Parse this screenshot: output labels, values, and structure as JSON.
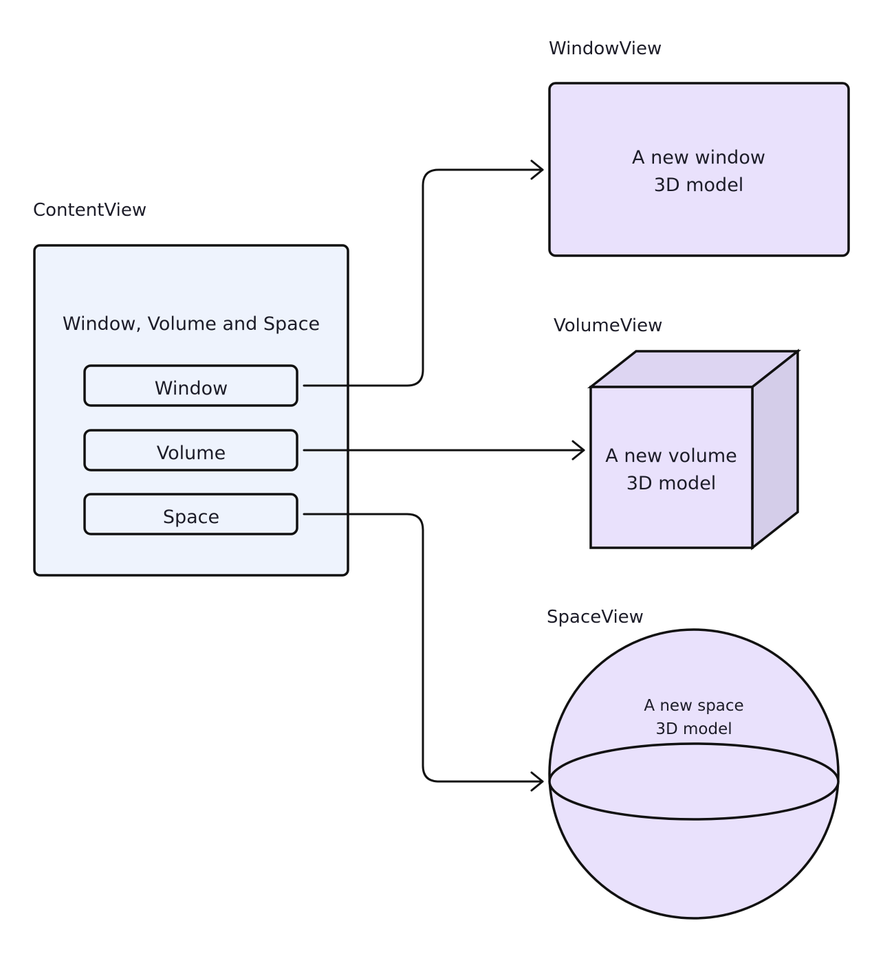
{
  "content_view": {
    "title": "ContentView",
    "heading": "Window, Volume and Space",
    "buttons": {
      "window": "Window",
      "volume": "Volume",
      "space": "Space"
    }
  },
  "window_view": {
    "title": "WindowView",
    "line1": "A new window",
    "line2": "3D model"
  },
  "volume_view": {
    "title": "VolumeView",
    "line1": "A new volume",
    "line2": "3D model"
  },
  "space_view": {
    "title": "SpaceView",
    "line1": "A new space",
    "line2": "3D model"
  },
  "colors": {
    "content_fill": "#eef3fd",
    "model_fill": "#e9e1fc",
    "cube_top": "#ddd5f2",
    "cube_side": "#d4cde9",
    "stroke": "#111111"
  }
}
